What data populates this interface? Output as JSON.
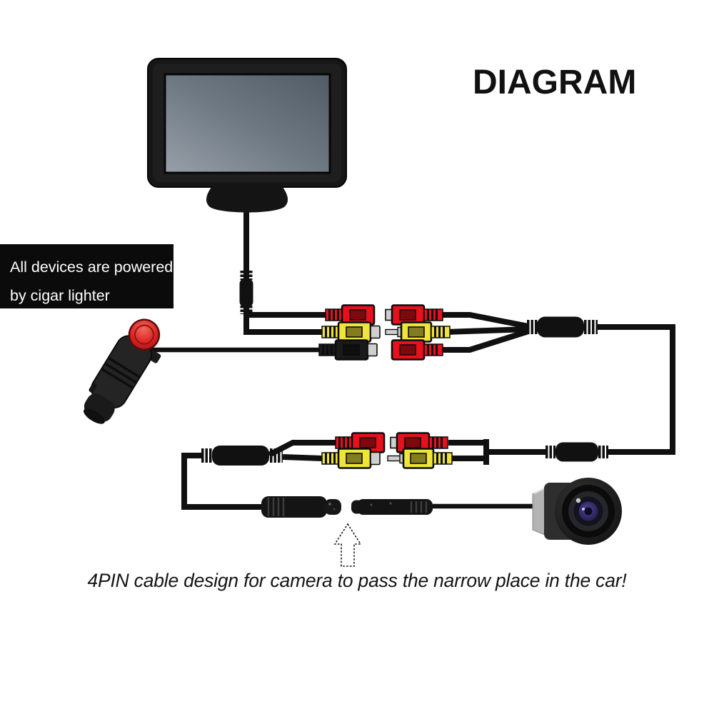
{
  "title": "DIAGRAM",
  "info_box": {
    "line1": "All devices are powered",
    "line2": "by cigar lighter"
  },
  "caption": "4PIN cable design for camera to pass the narrow place in the car!",
  "colors": {
    "rca_red": "#e8101d",
    "rca_yellow": "#efe43a",
    "tip_gray": "#cfcfcf",
    "cable": "#101010",
    "info_bg": "#0b0b0b",
    "page_bg": "#ffffff"
  },
  "icons": [
    "monitor",
    "cigar-lighter-plug",
    "cigar-lighter-button",
    "rca-red-jack",
    "rca-yellow-jack",
    "dc-power-jack",
    "rca-red-plug",
    "rca-yellow-plug",
    "inline-noise-filter",
    "4pin-female-connector",
    "4pin-male-connector",
    "rear-view-camera",
    "up-arrow"
  ]
}
